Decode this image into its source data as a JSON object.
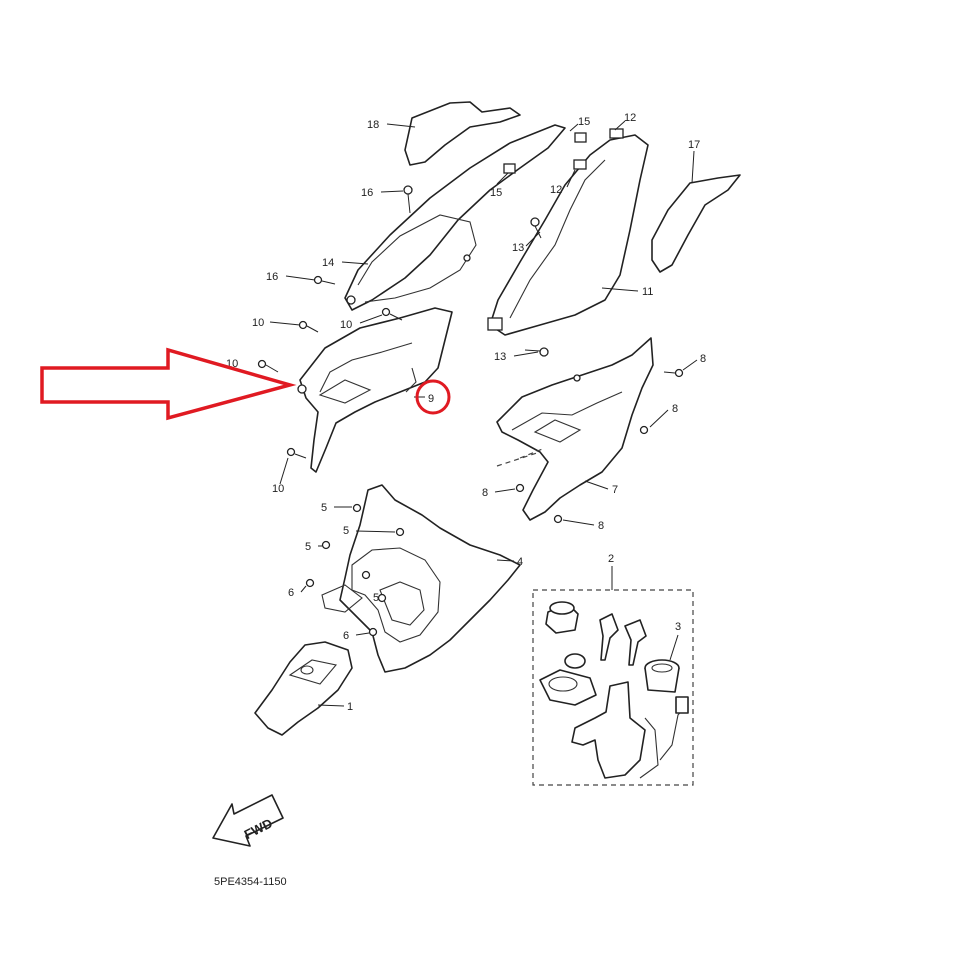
{
  "diagram": {
    "drawing_code": "5PE4354-1150",
    "fwd_label": "FWD",
    "highlight_color": "#e01a22",
    "highlighted_part": "9",
    "callouts": {
      "c1": "1",
      "c2": "2",
      "c3": "3",
      "c4": "4",
      "c5a": "5",
      "c5b": "5",
      "c5c": "5",
      "c5d": "5",
      "c6a": "6",
      "c6b": "6",
      "c7": "7",
      "c8a": "8",
      "c8b": "8",
      "c8c": "8",
      "c8d": "8",
      "c9": "9",
      "c10a": "10",
      "c10b": "10",
      "c10c": "10",
      "c10d": "10",
      "c11": "11",
      "c12a": "12",
      "c12b": "12",
      "c13a": "13",
      "c13b": "13",
      "c14": "14",
      "c15a": "15",
      "c15b": "15",
      "c16a": "16",
      "c16b": "16",
      "c17": "17",
      "c18": "18"
    }
  }
}
